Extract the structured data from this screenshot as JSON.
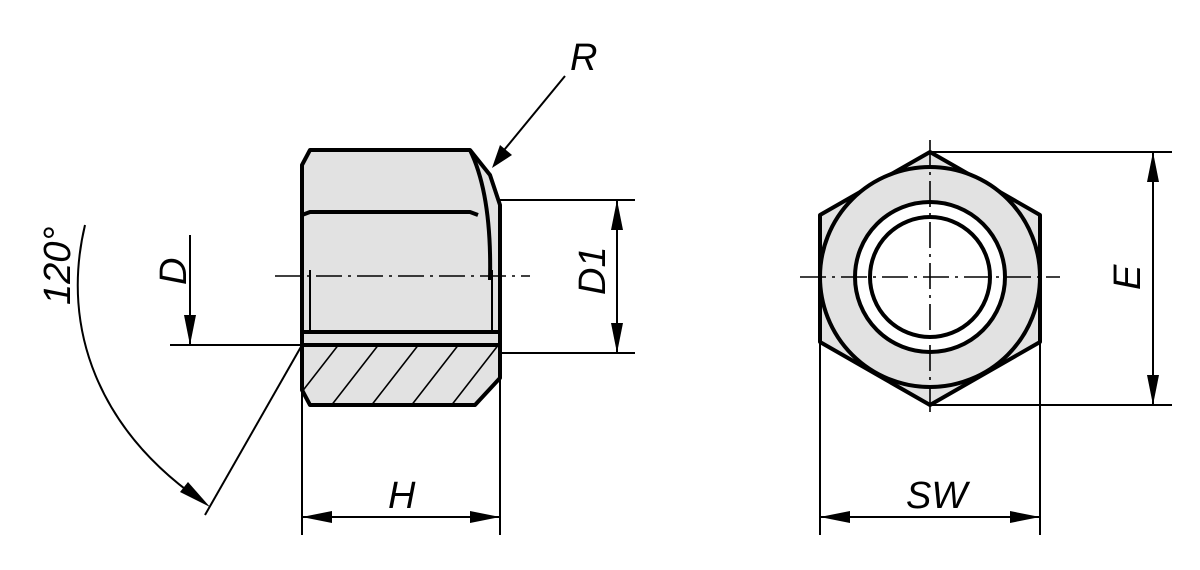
{
  "labels": {
    "radius": "R",
    "bore": "D",
    "collar_diameter": "D1",
    "angle": "120°",
    "height": "H",
    "width_across_flats": "SW",
    "width_across_corners": "E"
  },
  "colors": {
    "line": "#000000",
    "part_fill": "#e2e2e2",
    "background": "#ffffff"
  }
}
